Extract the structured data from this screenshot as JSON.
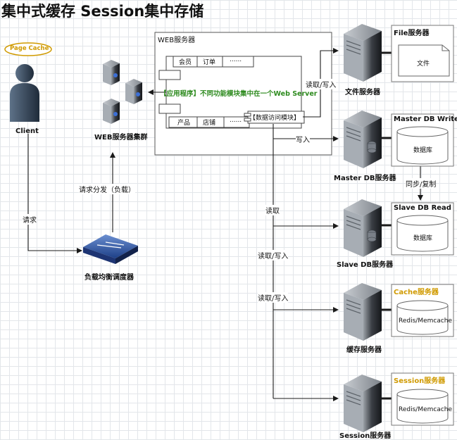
{
  "title": "集中式缓存 Session集中存储",
  "client": {
    "badge": "Page Cache",
    "label": "Client"
  },
  "web_cluster": {
    "label": "WEB服务器集群"
  },
  "load_balancer": {
    "label": "负载均衡调度器"
  },
  "web_server": {
    "title": "WEB服务器",
    "top_modules": [
      "会员",
      "订单",
      "......"
    ],
    "bottom_modules": [
      "产品",
      "店铺",
      "......"
    ],
    "app_note": "【应用程序】不同功能模块集中在一个Web Server",
    "data_access": "【数据访问模块】"
  },
  "edges": {
    "request": "请求",
    "dispatch": "请求分发（负载）",
    "file_rw": "读取/写入",
    "write": "写入",
    "read": "读取",
    "read_write_1": "读取/写入",
    "read_write_2": "读取/写入",
    "sync": "同步/复制"
  },
  "servers": [
    {
      "key": "file",
      "label": "文件服务器",
      "box_title": "File服务器",
      "content": "文件",
      "title_color": "#000000"
    },
    {
      "key": "master",
      "label": "Master DB服务器",
      "box_title": "Master DB Write",
      "content": "数据库",
      "title_color": "#000000"
    },
    {
      "key": "slave",
      "label": "Slave DB服务器",
      "box_title": "Slave DB Read",
      "content": "数据库",
      "title_color": "#000000"
    },
    {
      "key": "cache",
      "label": "缓存服务器",
      "box_title": "Cache服务器",
      "content": "Redis/Memcache",
      "title_color": "#d09a00"
    },
    {
      "key": "session",
      "label": "Session服务器",
      "box_title": "Session服务器",
      "content": "Redis/Memcache",
      "title_color": "#d09a00"
    }
  ],
  "colors": {
    "accent_gold": "#d09a00",
    "app_note_green": "#2e8b1f",
    "line": "#1a1a1a"
  }
}
